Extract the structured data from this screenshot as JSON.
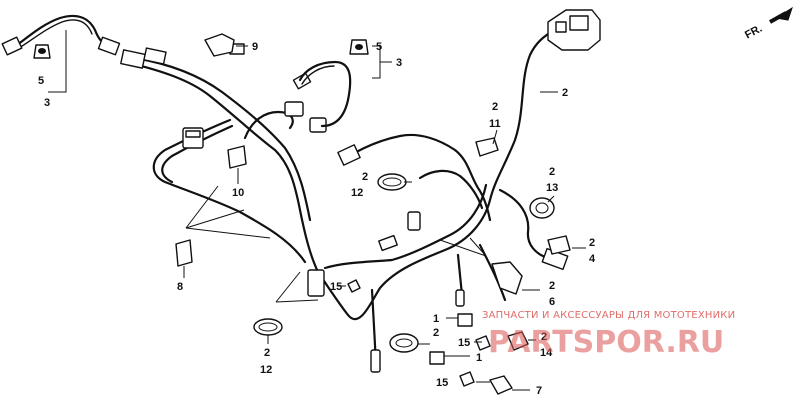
{
  "orientation": {
    "label": "FR."
  },
  "callouts": [
    {
      "id": "c5-left",
      "text": "5"
    },
    {
      "id": "c3-left",
      "text": "3"
    },
    {
      "id": "c9",
      "text": "9"
    },
    {
      "id": "c5-right",
      "text": "5"
    },
    {
      "id": "c3-right",
      "text": "3"
    },
    {
      "id": "c2-main",
      "text": "2"
    },
    {
      "id": "c2-11",
      "text": "2"
    },
    {
      "id": "c11",
      "text": "11"
    },
    {
      "id": "c10",
      "text": "10"
    },
    {
      "id": "c2-12-top",
      "text": "2"
    },
    {
      "id": "c12-top",
      "text": "12"
    },
    {
      "id": "c2-13",
      "text": "2"
    },
    {
      "id": "c13",
      "text": "13"
    },
    {
      "id": "c2-4",
      "text": "2"
    },
    {
      "id": "c4",
      "text": "4"
    },
    {
      "id": "c8",
      "text": "8"
    },
    {
      "id": "c15-mid",
      "text": "15"
    },
    {
      "id": "c2-6",
      "text": "2"
    },
    {
      "id": "c6",
      "text": "6"
    },
    {
      "id": "c1-top",
      "text": "1"
    },
    {
      "id": "c2-mid",
      "text": "2"
    },
    {
      "id": "c15-low",
      "text": "15"
    },
    {
      "id": "c1-low",
      "text": "1"
    },
    {
      "id": "c2-14",
      "text": "2"
    },
    {
      "id": "c14",
      "text": "14"
    },
    {
      "id": "c2-12-bot",
      "text": "2"
    },
    {
      "id": "c12-bot",
      "text": "12"
    },
    {
      "id": "c15-bot",
      "text": "15"
    },
    {
      "id": "c7",
      "text": "7"
    }
  ],
  "watermark": {
    "tagline": "ЗАПЧАСТИ И АКСЕССУАРЫ ДЛЯ МОТОТЕХНИКИ",
    "logo": "PARTSPOR.RU",
    "color": "#d9534f"
  }
}
